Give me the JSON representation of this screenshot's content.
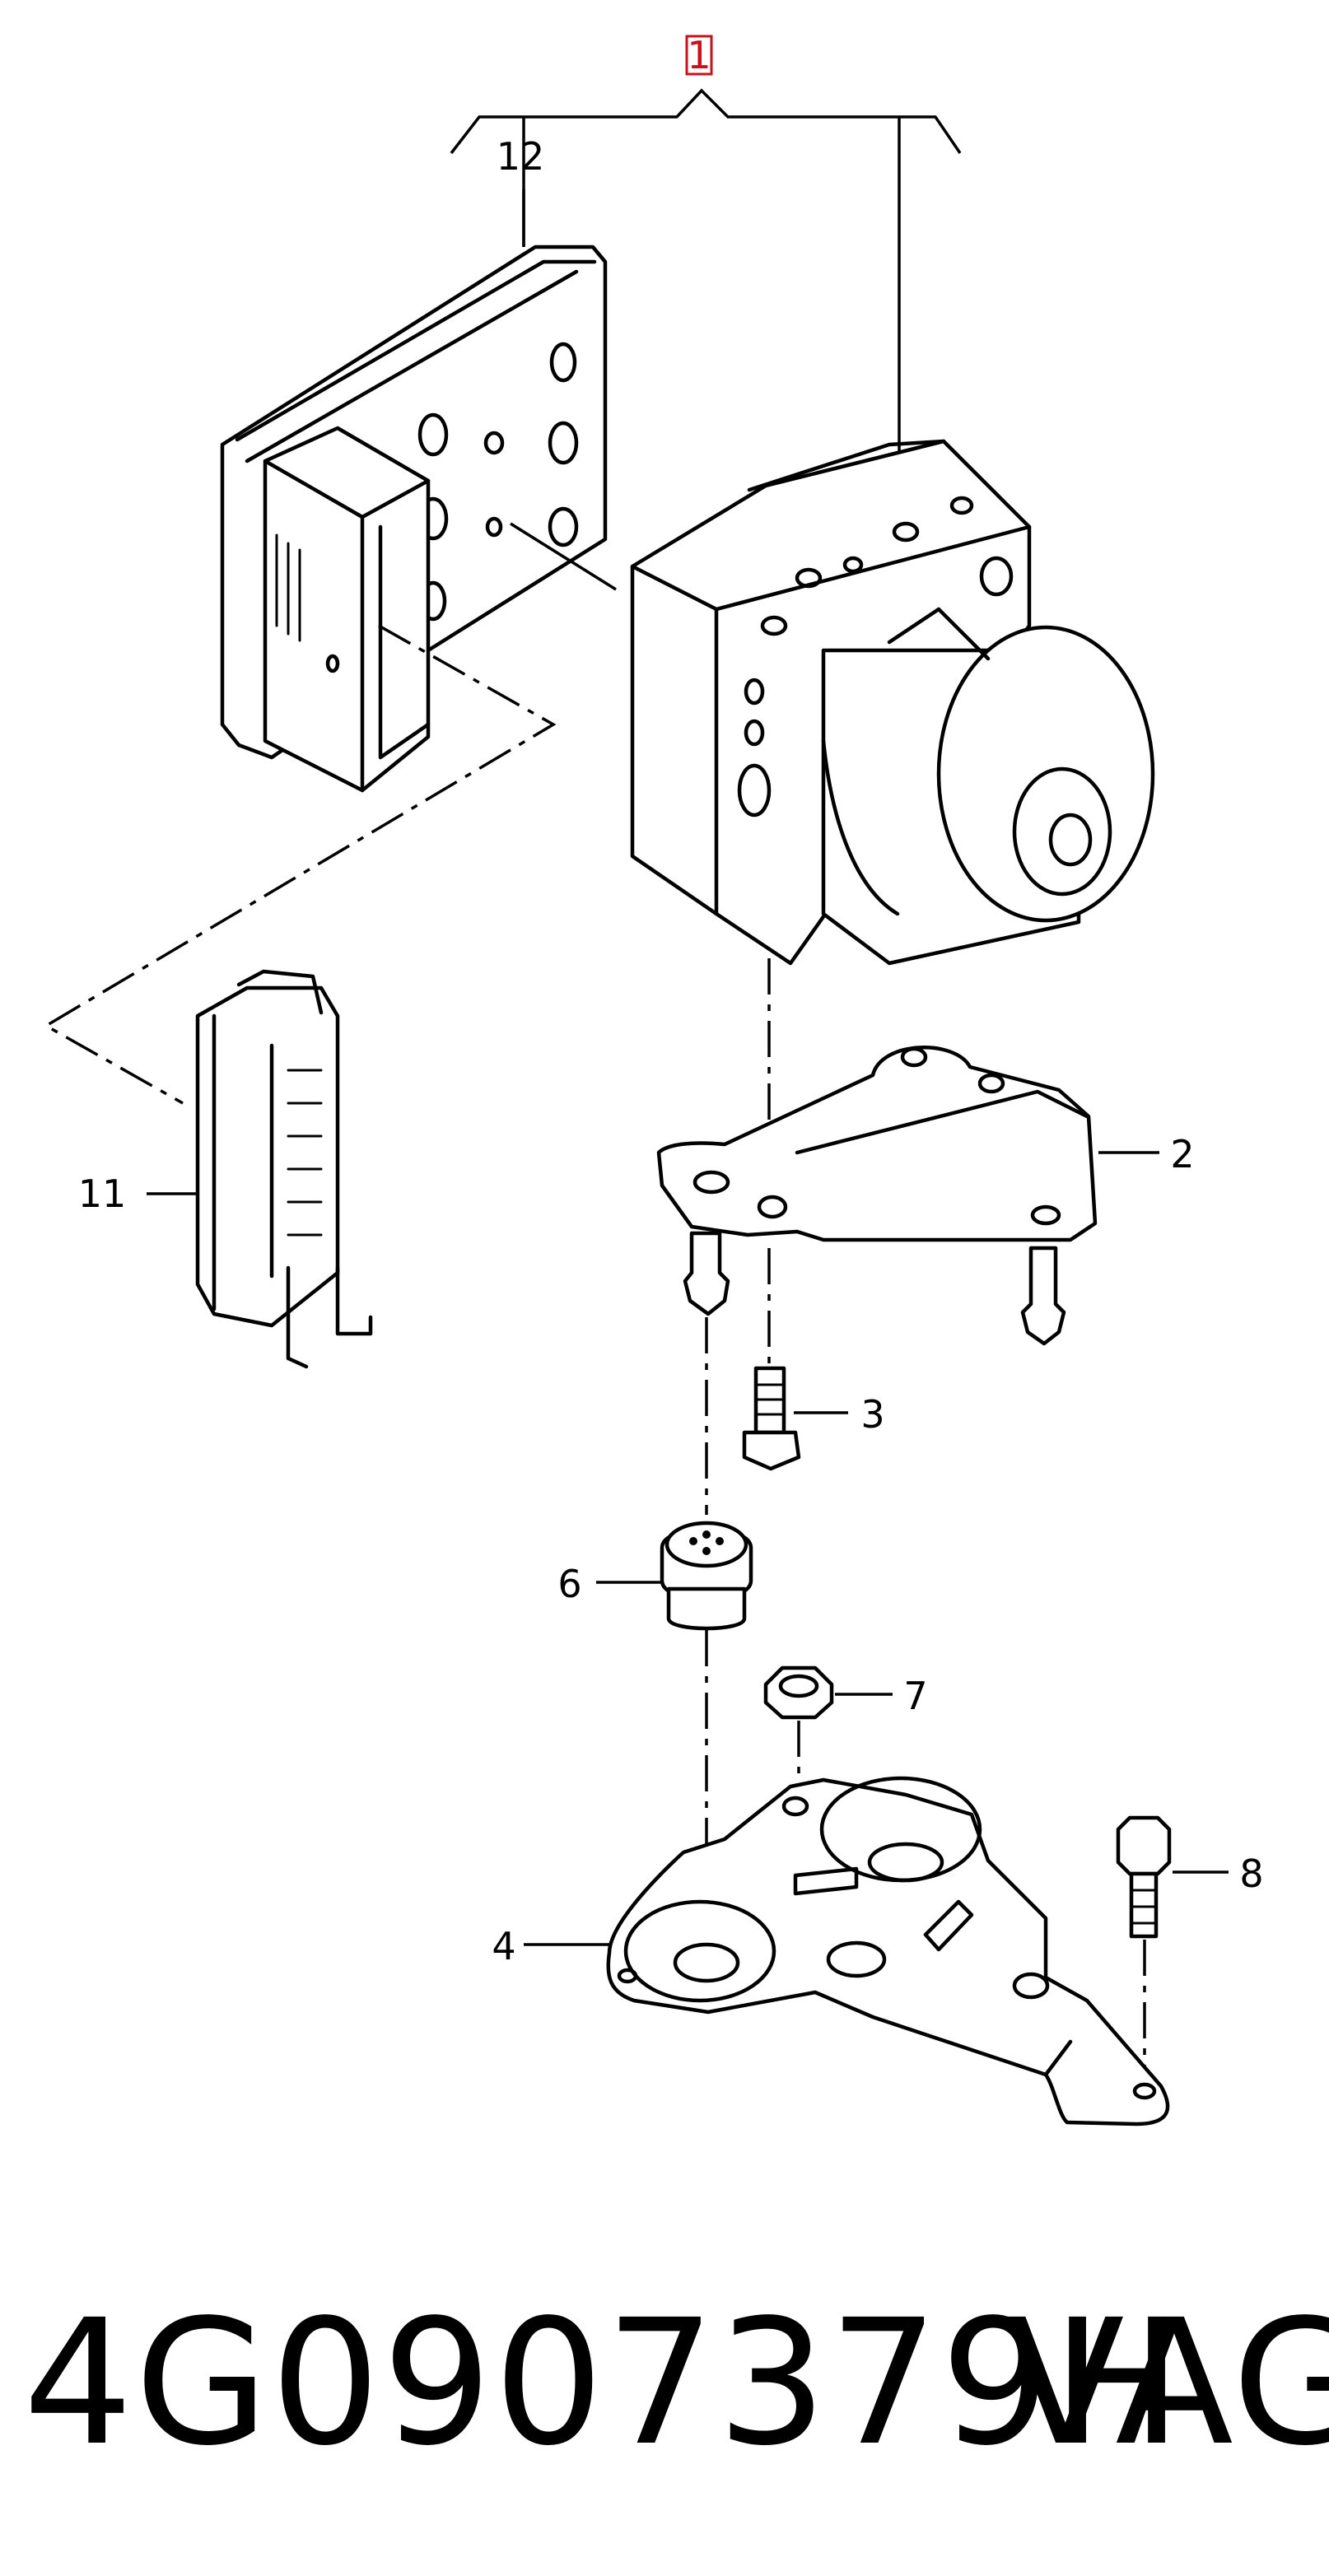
{
  "callouts": {
    "c1": "1",
    "c2": "2",
    "c3": "3",
    "c4": "4",
    "c6": "6",
    "c7": "7",
    "c8": "8",
    "c11": "11",
    "c12": "12"
  },
  "footer": {
    "part_number": "4G0907379H",
    "brand": "VAG"
  },
  "colors": {
    "line": "#000000",
    "highlight_callout": "#c8101e",
    "background": "#ffffff"
  }
}
